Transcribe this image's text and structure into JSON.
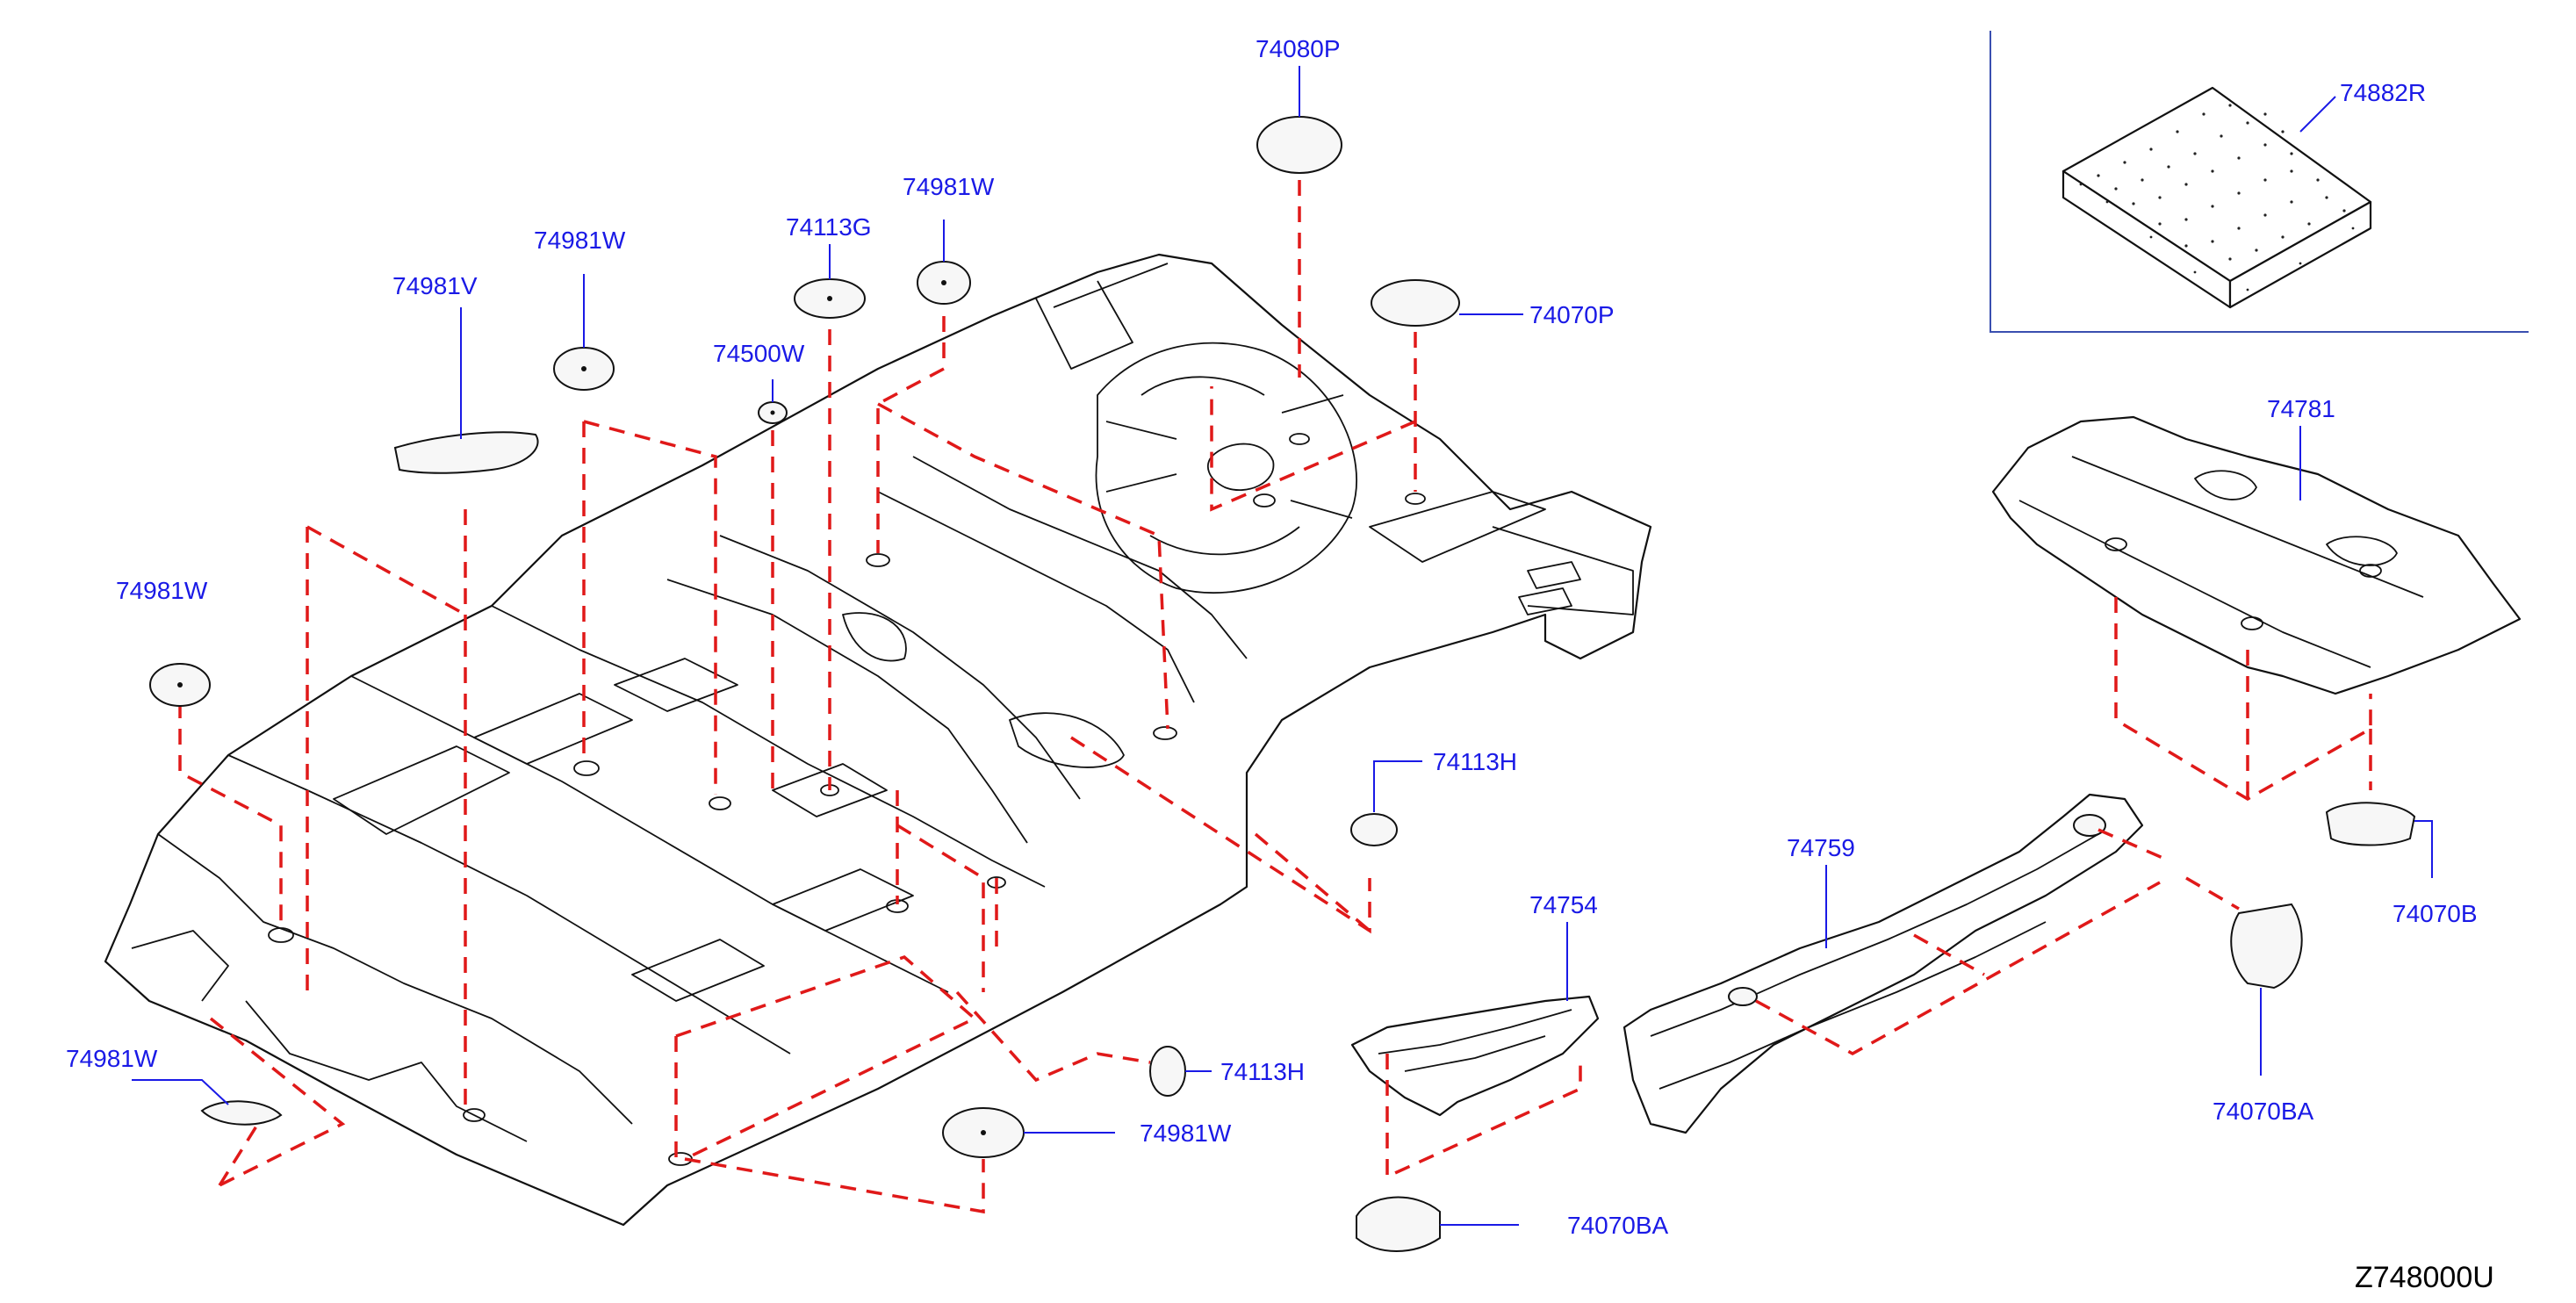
{
  "diagram": {
    "parts": {
      "p74080P": "74080P",
      "p74882R": "74882R",
      "p74981W_top": "74981W",
      "p74113G": "74113G",
      "p74981W_mid": "74981W",
      "p74981V": "74981V",
      "p74070P": "74070P",
      "p74500W": "74500W",
      "p74781": "74781",
      "p74981W_left": "74981W",
      "p74113H_right": "74113H",
      "p74759": "74759",
      "p74754": "74754",
      "p74070B": "74070B",
      "p74981W_bottomleft": "74981W",
      "p74113H_bottom": "74113H",
      "p74070BA_right": "74070BA",
      "p74981W_bottom": "74981W",
      "p74070BA_bottom": "74070BA"
    },
    "diagram_code": "Z748000U"
  },
  "colors": {
    "callout": "#1a1ae6",
    "dashed_guides": "#e01919",
    "linework": "#111111",
    "frame": "#3a4fb0"
  }
}
